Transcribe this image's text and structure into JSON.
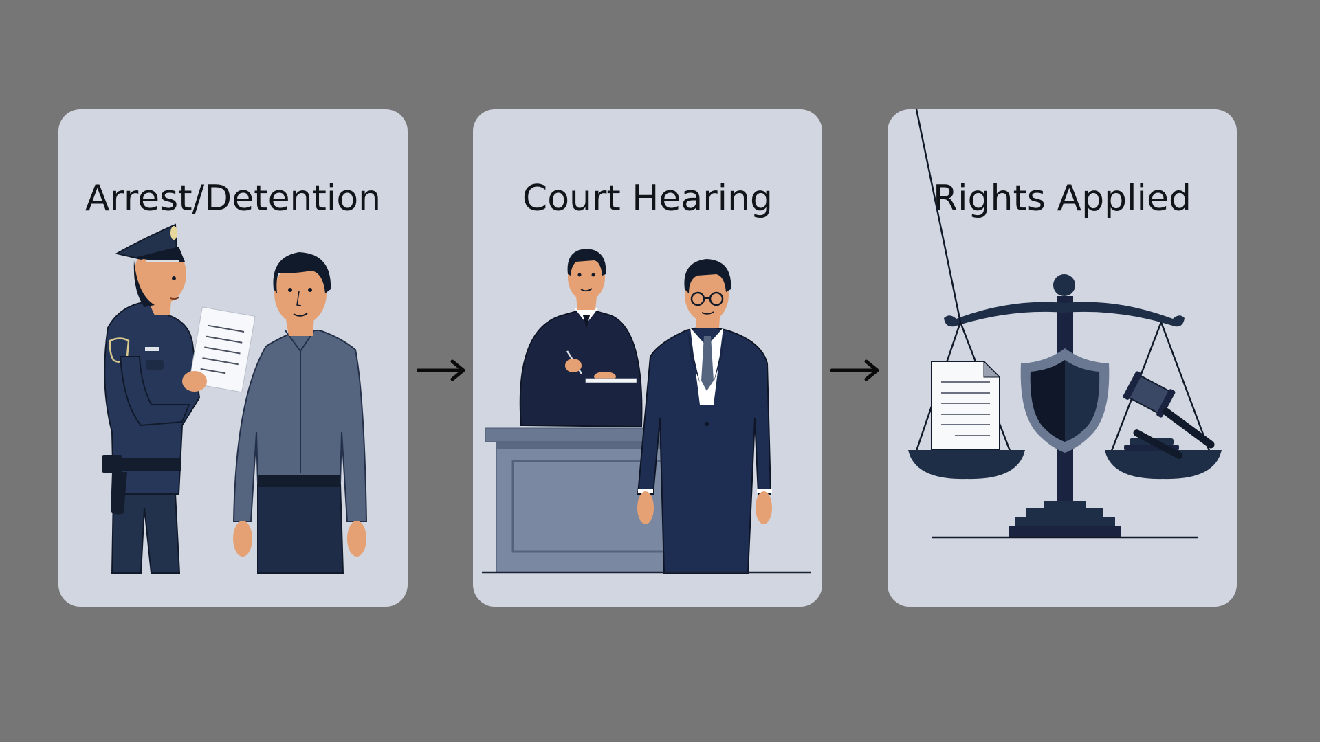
{
  "flow": {
    "steps": [
      {
        "title": "Arrest/Detention",
        "illustration": "police-officer-presenting-document-to-man"
      },
      {
        "title": "Court Hearing",
        "illustration": "judge-at-bench-with-man-in-suit"
      },
      {
        "title": "Rights Applied",
        "illustration": "scales-of-justice-with-shield-document-gavel"
      }
    ],
    "connector_icon": "right-arrow-icon"
  },
  "colors": {
    "background": "#767676",
    "card": "#d1d6e0",
    "navy": "#1f2e47",
    "slate": "#56657f",
    "skin": "#e5a173",
    "text": "#111418"
  }
}
